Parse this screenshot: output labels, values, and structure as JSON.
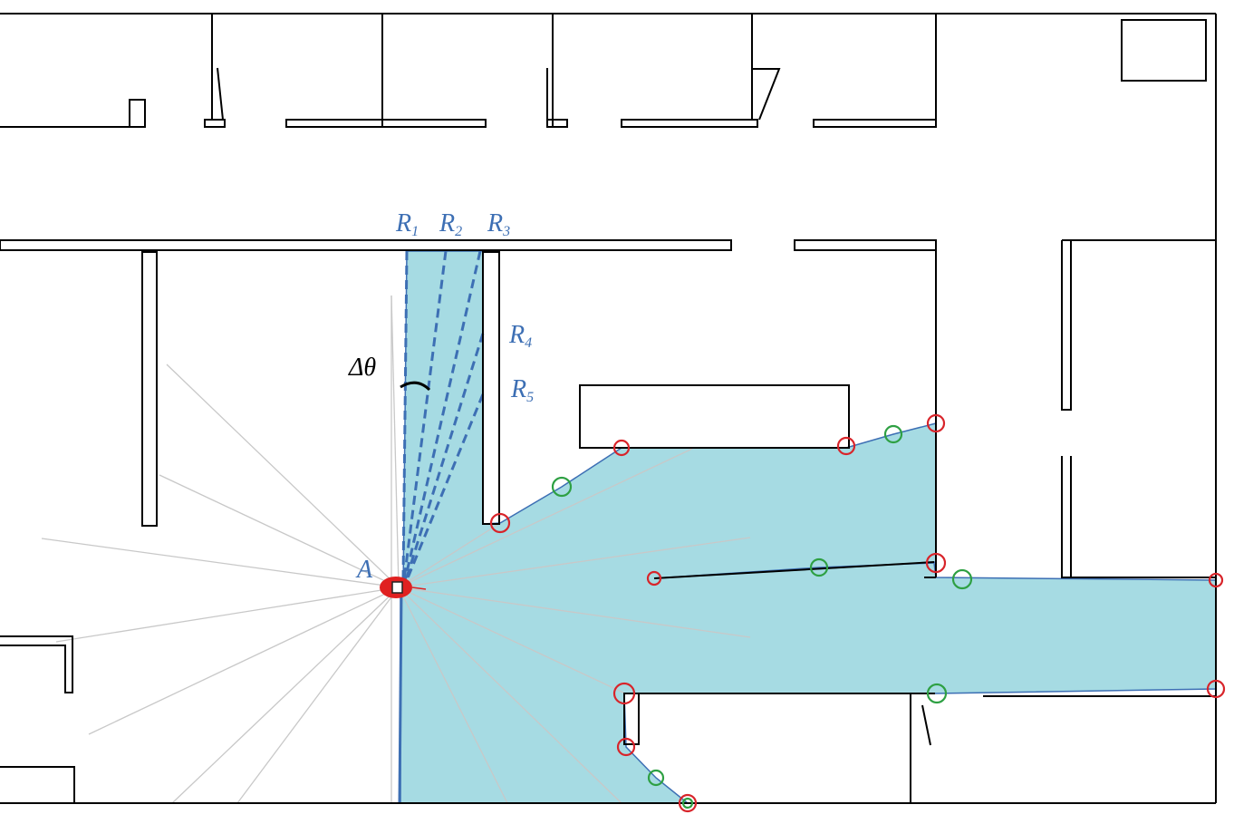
{
  "labels": {
    "r1": "R",
    "r1_sub": "1",
    "r2": "R",
    "r2_sub": "2",
    "r3": "R",
    "r3_sub": "3",
    "r4": "R",
    "r4_sub": "4",
    "r5": "R",
    "r5_sub": "5",
    "delta_theta": "Δθ",
    "robot": "A"
  },
  "colors": {
    "wall": "#000000",
    "visible_region": "#a6dbe3",
    "ray_solid": "#3d6fb4",
    "ray_dashed": "#3d6fb4",
    "faint_ray": "#c8c8c8",
    "red_marker": "#d8242a",
    "green_marker": "#2ea043",
    "robot": "#e02020"
  },
  "markers": {
    "red_count": 11,
    "green_count": 7
  }
}
